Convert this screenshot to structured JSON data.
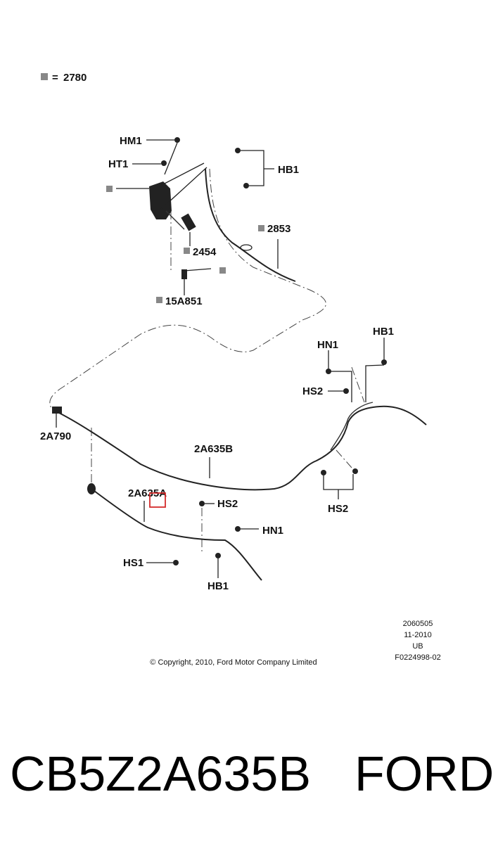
{
  "legend": {
    "icon": "grid-icon",
    "equals": "=",
    "value": "2780"
  },
  "labels": {
    "hm1": "HM1",
    "ht1": "HT1",
    "hb1_top": "HB1",
    "p2853": "2853",
    "p2454": "2454",
    "p15a851": "15A851",
    "hn1_right": "HN1",
    "hb1_right": "HB1",
    "hs2_right": "HS2",
    "p2a790": "2A790",
    "p2a635b": "2A635B",
    "p2a635a": "2A635A",
    "hs2_mid": "HS2",
    "hs2_lower_right": "HS2",
    "hn1_lower": "HN1",
    "hs1": "HS1",
    "hb1_lower": "HB1"
  },
  "meta": {
    "code1": "2060505",
    "date": "11-2010",
    "region": "UB",
    "figure": "F0224998-02"
  },
  "copyright": "© Copyright, 2010, Ford Motor Company Limited",
  "footer": {
    "part_number": "CB5Z2A635B",
    "brand": "FORD"
  },
  "colors": {
    "highlight": "#d42b2b",
    "ink": "#222222",
    "icon": "#888888"
  }
}
